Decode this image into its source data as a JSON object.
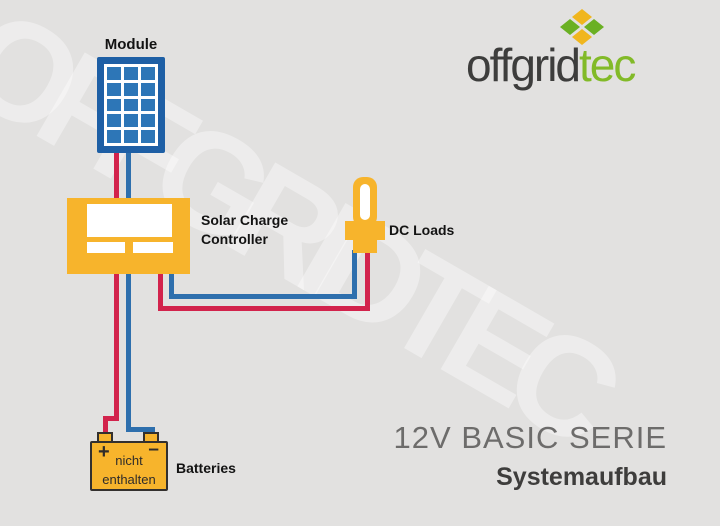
{
  "watermark": {
    "text": "OFFGRIDTEC"
  },
  "logo": {
    "name_dark": "offgrid",
    "name_accent": "tec"
  },
  "module": {
    "label": "Module"
  },
  "controller": {
    "label_line1": "Solar Charge",
    "label_line2": "Controller"
  },
  "dc_loads": {
    "label": "DC Loads"
  },
  "battery": {
    "label": "Batteries",
    "plus": "+",
    "minus": "–",
    "note_line1": "nicht",
    "note_line2": "enthalten"
  },
  "title": {
    "line1": "12V BASIC SERIE",
    "line2": "Systemaufbau"
  },
  "colors": {
    "background": "#e2e1e0",
    "panel_frame": "#1e5fa5",
    "panel_cell": "#2d76b7",
    "component_yellow": "#f7b42c",
    "wire_red": "#d2234c",
    "wire_blue": "#2e6fad",
    "logo_dark": "#3d3d3c",
    "logo_green": "#82ba28",
    "diamond_yellow": "#f0b61e",
    "diamond_green": "#6ab023",
    "title_gray": "#6d6c6b",
    "title_dark": "#3e3d3c",
    "outline_dark": "#33302e"
  }
}
